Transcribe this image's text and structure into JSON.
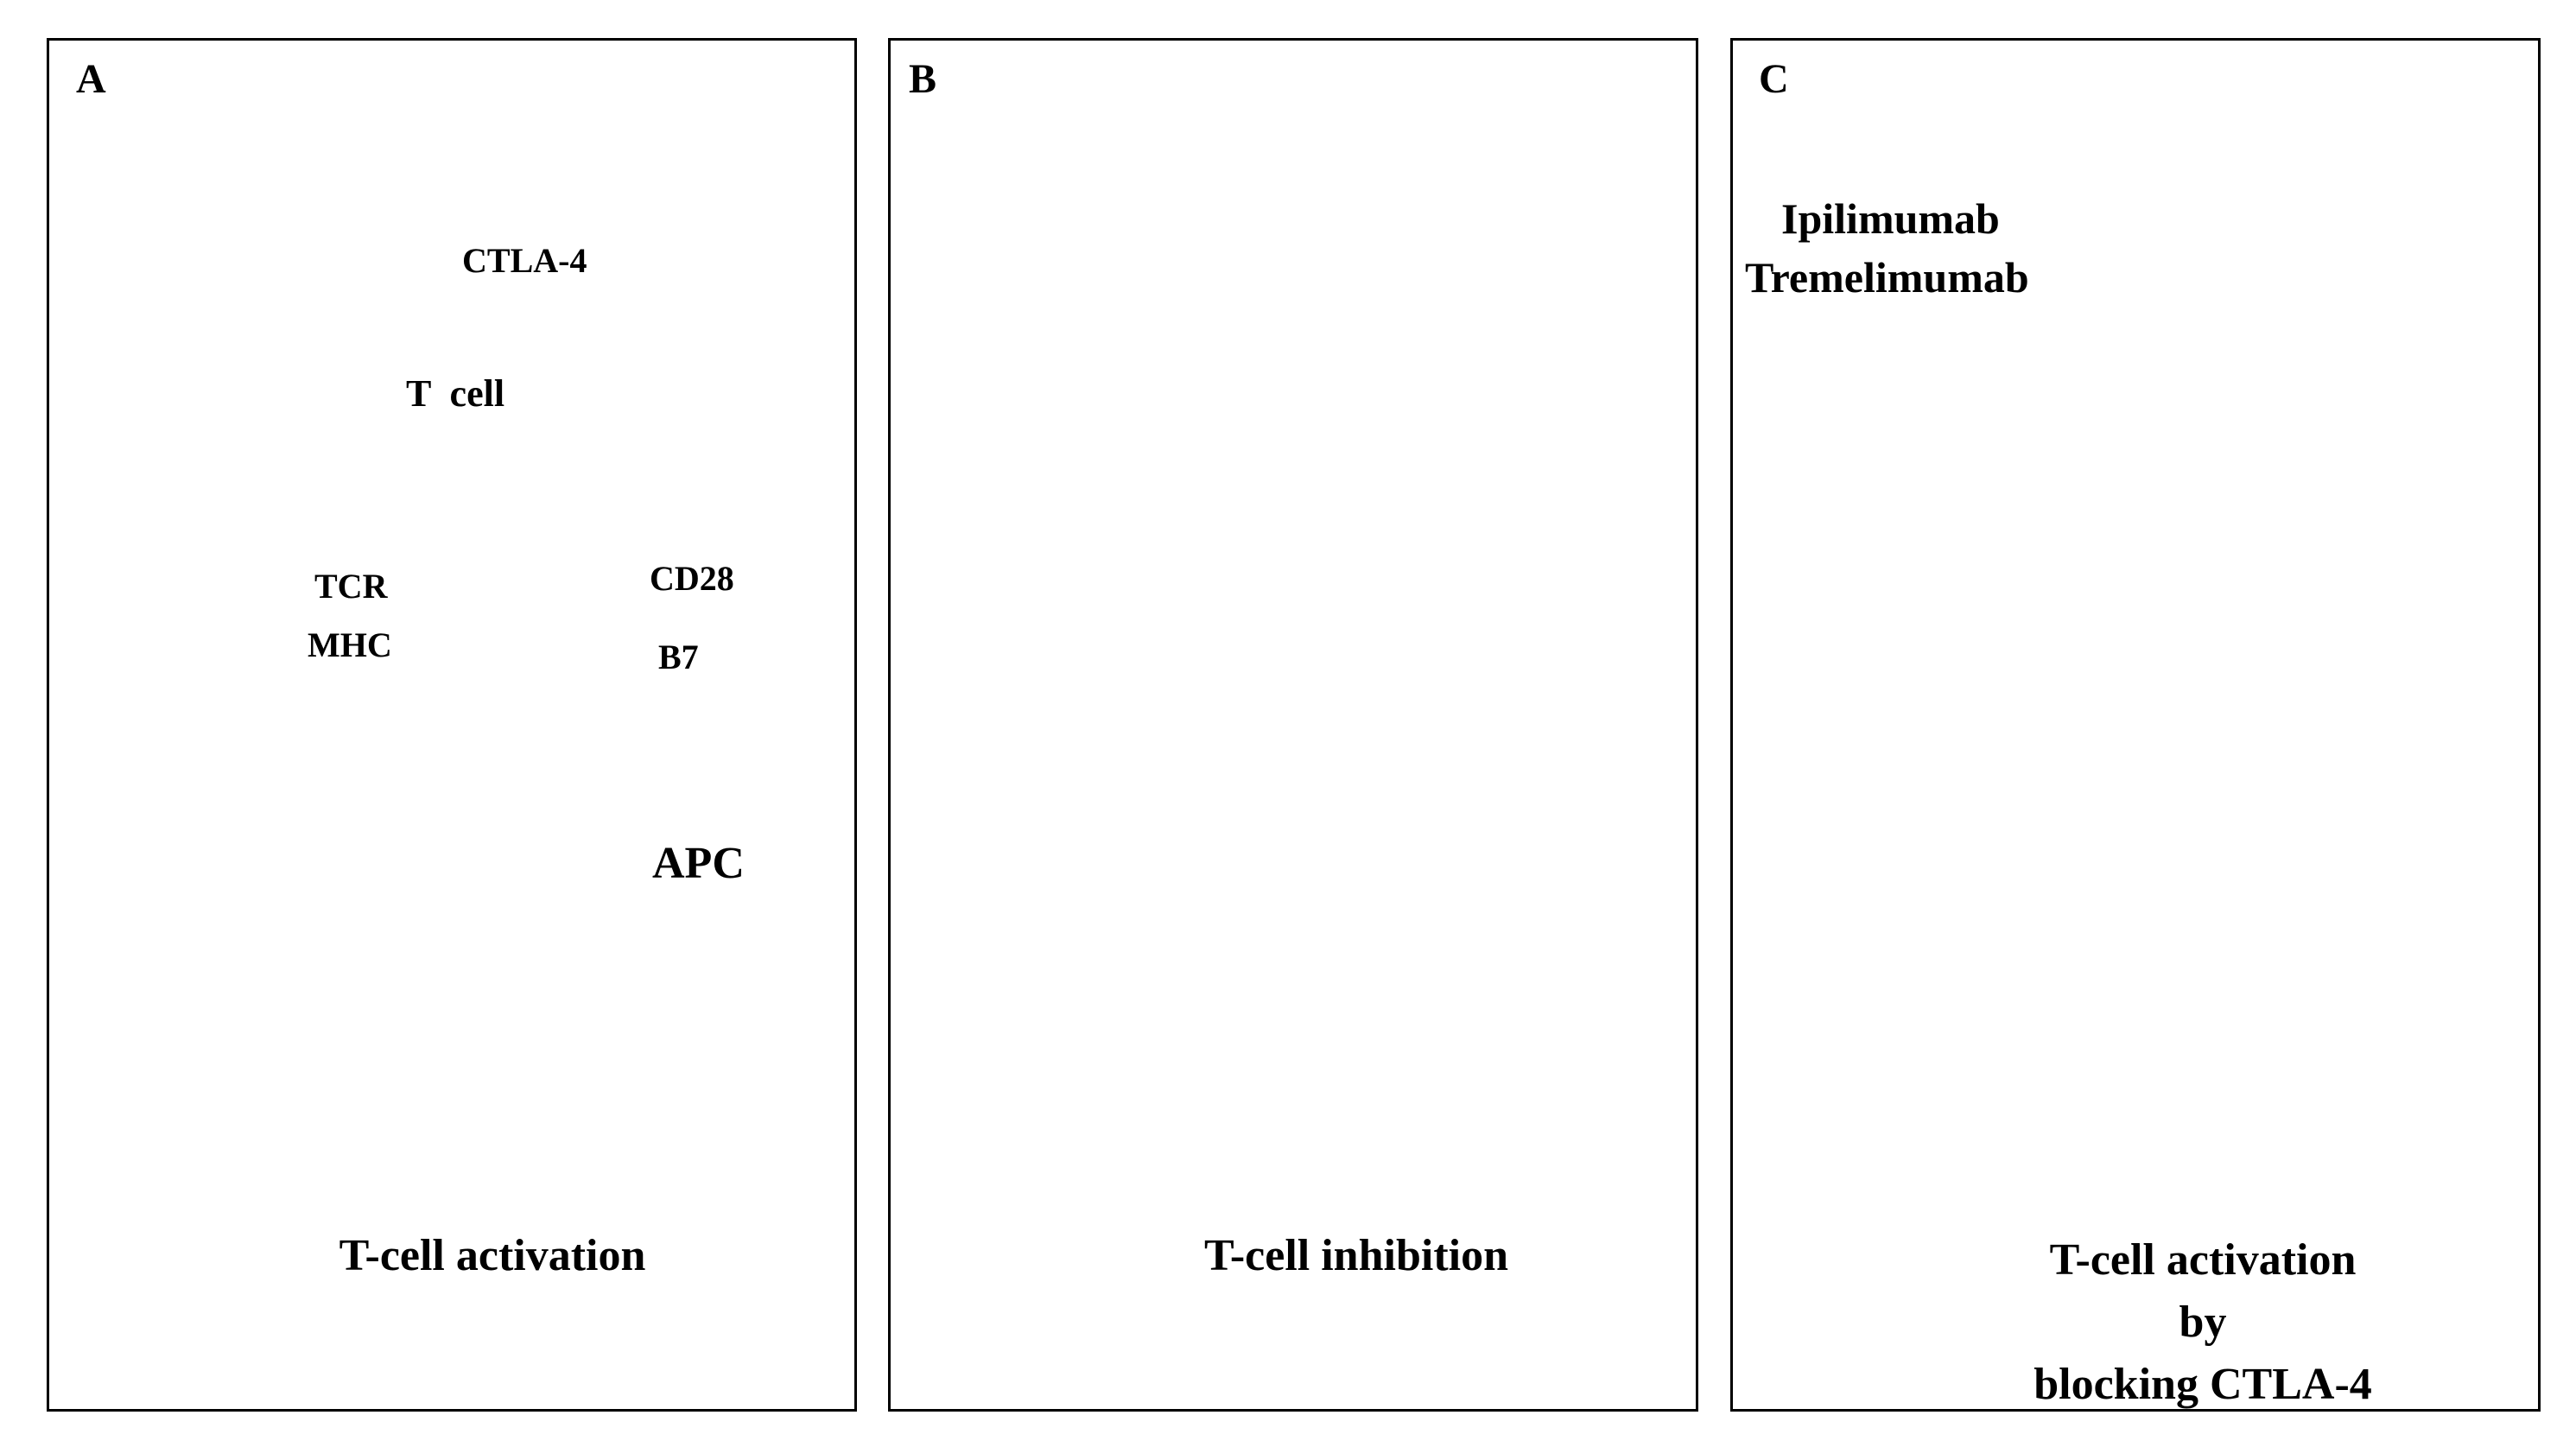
{
  "panels": [
    {
      "letter": "A",
      "labels": {
        "ctla4": "CTLA-4",
        "tcell": "T  cell",
        "tcr": "TCR",
        "mhc": "MHC",
        "cd28": "CD28",
        "b7": "B7",
        "apc": "APC"
      },
      "caption": [
        "T-cell activation"
      ]
    },
    {
      "letter": "B",
      "caption": [
        "T-cell inhibition"
      ]
    },
    {
      "letter": "C",
      "drugs": [
        "Ipilimumab",
        "Tremelimumab"
      ],
      "caption": [
        "T-cell activation",
        "by",
        "blocking CTLA-4"
      ]
    }
  ],
  "colors": {
    "tcell": "#6b6b6b",
    "apc_outer": "#d94cf0",
    "apc_inner": "#4a3ad8",
    "apc_nucleus": "#4a3040",
    "mhc": "#3f5f9e",
    "cd28": "#6f8fe0",
    "ctla4": "#f5b400",
    "antibody_green": "#2f8f3a",
    "antibody_orange": "#f2a81d",
    "arrow": "#ff0000"
  }
}
